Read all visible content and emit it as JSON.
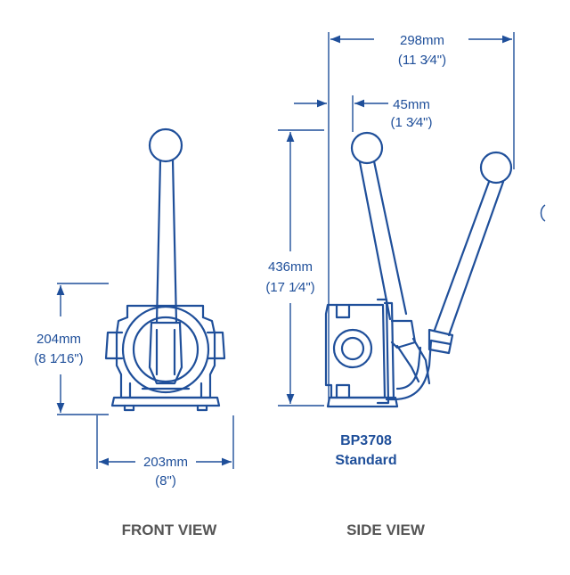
{
  "colors": {
    "line": "#1f4f9a",
    "dim": "#1f4f9a",
    "label": "#555555",
    "background": "#ffffff"
  },
  "front_view": {
    "height_mm": "204mm",
    "height_in": "(8 1⁄16\")",
    "width_mm": "203mm",
    "width_in": "(8\")",
    "label": "FRONT VIEW"
  },
  "side_view": {
    "width_mm": "298mm",
    "width_in": "(11 3⁄4\")",
    "offset_mm": "45mm",
    "offset_in": "(1 3⁄4\")",
    "height_mm": "436mm",
    "height_in": "(17 1⁄4\")",
    "model": "BP3708",
    "model_sub": "Standard",
    "label": "SIDE VIEW"
  }
}
